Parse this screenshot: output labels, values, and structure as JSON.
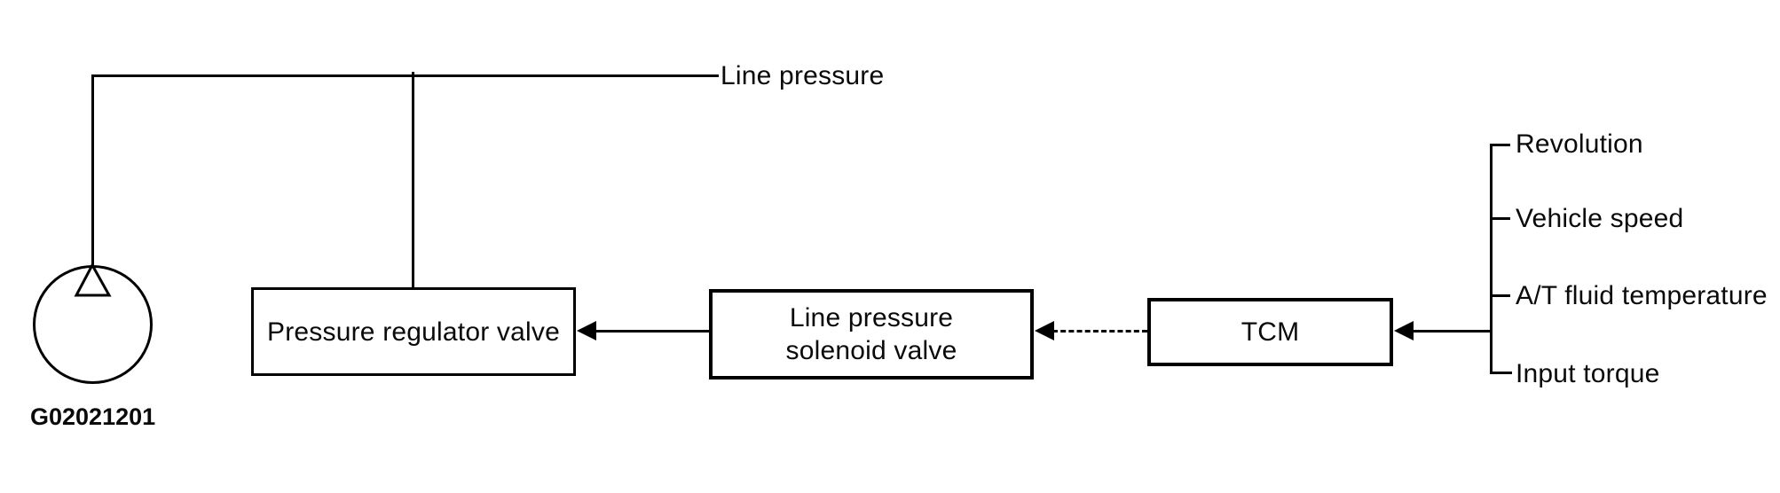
{
  "diagram": {
    "title_label": "Line pressure",
    "figure_id": "G02021201",
    "nodes": {
      "regulator": {
        "label": "Pressure regulator valve"
      },
      "solenoid": {
        "label_line1": "Line pressure",
        "label_line2": "solenoid valve"
      },
      "tcm": {
        "label": "TCM"
      }
    },
    "tcm_inputs": [
      "Revolution",
      "Vehicle speed",
      "A/T fluid temperature",
      "Input torque"
    ],
    "colors": {
      "line": "#000000",
      "background": "#ffffff",
      "text": "#0a0a0a"
    }
  }
}
